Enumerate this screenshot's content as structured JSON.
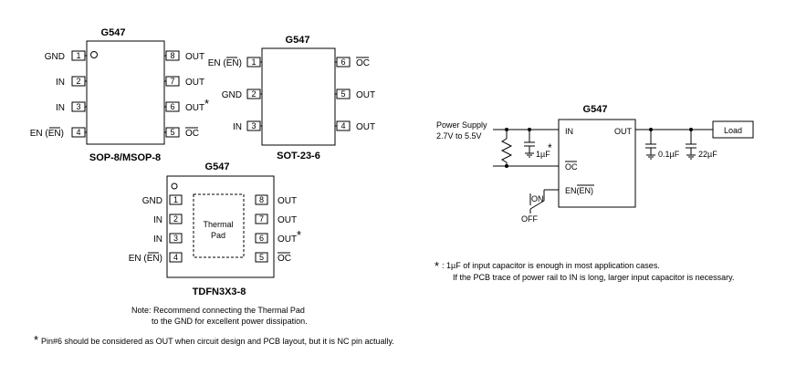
{
  "packages": {
    "sop8": {
      "chip_name": "G547",
      "package_name": "SOP-8/MSOP-8",
      "pins": [
        {
          "num": "1",
          "label": "GND"
        },
        {
          "num": "2",
          "label": "IN"
        },
        {
          "num": "3",
          "label": "IN"
        },
        {
          "num": "4",
          "label": "EN (EN)"
        },
        {
          "num": "5",
          "label": "OC"
        },
        {
          "num": "6",
          "label": "OUT"
        },
        {
          "num": "7",
          "label": "OUT"
        },
        {
          "num": "8",
          "label": "OUT"
        }
      ],
      "pin6_mark": "*"
    },
    "sot23": {
      "chip_name": "G547",
      "package_name": "SOT-23-6",
      "pins": [
        {
          "num": "1",
          "label": "EN (EN)"
        },
        {
          "num": "2",
          "label": "GND"
        },
        {
          "num": "3",
          "label": "IN"
        },
        {
          "num": "4",
          "label": "OUT"
        },
        {
          "num": "5",
          "label": "OUT"
        },
        {
          "num": "6",
          "label": "OC"
        }
      ]
    },
    "tdfn": {
      "chip_name": "G547",
      "package_name": "TDFN3X3-8",
      "thermal_pad": [
        "Thermal",
        "Pad"
      ],
      "pins": [
        {
          "num": "1",
          "label": "GND"
        },
        {
          "num": "2",
          "label": "IN"
        },
        {
          "num": "3",
          "label": "IN"
        },
        {
          "num": "4",
          "label": "EN (EN)"
        },
        {
          "num": "5",
          "label": "OC"
        },
        {
          "num": "6",
          "label": "OUT"
        },
        {
          "num": "7",
          "label": "OUT"
        },
        {
          "num": "8",
          "label": "OUT"
        }
      ],
      "pin6_mark": "*"
    }
  },
  "notes": {
    "thermal_line1": "Note: Recommend connecting the Thermal Pad",
    "thermal_line2": "to the GND for excellent power dissipation.",
    "pin6_star": "*",
    "pin6_text": "Pin#6 should be considered as OUT when circuit design and PCB layout, but it is NC pin actually.",
    "cap_star": "*",
    "cap_line1": ": 1µF of input capacitor is enough in most application cases.",
    "cap_line2": "If the PCB trace of power rail to IN is long,  larger input capacitor is necessary."
  },
  "circuit": {
    "chip_name": "G547",
    "power_supply": "Power Supply",
    "voltage_range": "2.7V to 5.5V",
    "pin_in": "IN",
    "pin_out": "OUT",
    "pin_oc": "OC",
    "pin_en": "EN(EN)",
    "cap_in": "1µF",
    "cap_in_mark": "*",
    "cap_out1": "0.1µF",
    "cap_out2": "22µF",
    "load": "Load",
    "switch_on": "ON",
    "switch_off": "OFF"
  }
}
